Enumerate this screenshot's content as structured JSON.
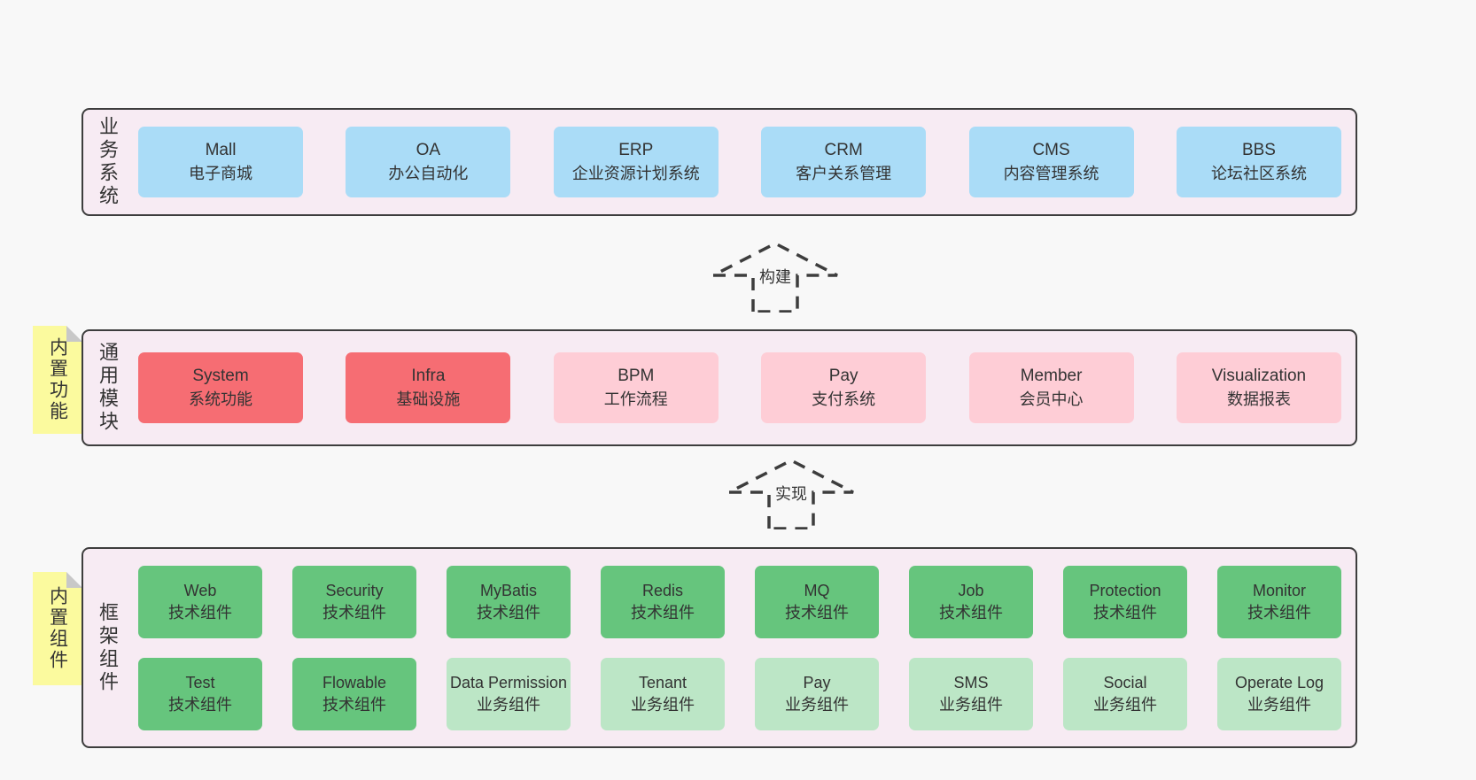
{
  "colors": {
    "pageBg": "#f8f8f8",
    "containerBg": "#f7ebf3",
    "containerBorder": "#3d3d3d",
    "textDark": "#333333",
    "blue": "#aadcf7",
    "red": "#f66d73",
    "pink": "#fecdd6",
    "greenDark": "#66c57d",
    "greenLight": "#bce6c6",
    "stickyBg": "#fbfa9e",
    "stickyFold": "#c8c8c8"
  },
  "layer1": {
    "label": "业务系统",
    "boxes": [
      {
        "en": "Mall",
        "zh": "电子商城"
      },
      {
        "en": "OA",
        "zh": "办公自动化"
      },
      {
        "en": "ERP",
        "zh": "企业资源计划系统"
      },
      {
        "en": "CRM",
        "zh": "客户关系管理"
      },
      {
        "en": "CMS",
        "zh": "内容管理系统"
      },
      {
        "en": "BBS",
        "zh": "论坛社区系统"
      }
    ]
  },
  "arrows": {
    "build": "构建",
    "implement": "实现"
  },
  "layer2": {
    "label": "通用模块",
    "sticky": "内置功能",
    "boxes": [
      {
        "en": "System",
        "zh": "系统功能"
      },
      {
        "en": "Infra",
        "zh": "基础设施"
      },
      {
        "en": "BPM",
        "zh": "工作流程"
      },
      {
        "en": "Pay",
        "zh": "支付系统"
      },
      {
        "en": "Member",
        "zh": "会员中心"
      },
      {
        "en": "Visualization",
        "zh": "数据报表"
      }
    ]
  },
  "layer3": {
    "label": "框架组件",
    "sticky": "内置组件",
    "row1": [
      {
        "en": "Web",
        "zh": "技术组件"
      },
      {
        "en": "Security",
        "zh": "技术组件"
      },
      {
        "en": "MyBatis",
        "zh": "技术组件"
      },
      {
        "en": "Redis",
        "zh": "技术组件"
      },
      {
        "en": "MQ",
        "zh": "技术组件"
      },
      {
        "en": "Job",
        "zh": "技术组件"
      },
      {
        "en": "Protection",
        "zh": "技术组件"
      },
      {
        "en": "Monitor",
        "zh": "技术组件"
      }
    ],
    "row2": [
      {
        "en": "Test",
        "zh": "技术组件"
      },
      {
        "en": "Flowable",
        "zh": "技术组件"
      },
      {
        "en": "Data Permission",
        "zh": "业务组件"
      },
      {
        "en": "Tenant",
        "zh": "业务组件"
      },
      {
        "en": "Pay",
        "zh": "业务组件"
      },
      {
        "en": "SMS",
        "zh": "业务组件"
      },
      {
        "en": "Social",
        "zh": "业务组件"
      },
      {
        "en": "Operate Log",
        "zh": "业务组件"
      }
    ]
  }
}
